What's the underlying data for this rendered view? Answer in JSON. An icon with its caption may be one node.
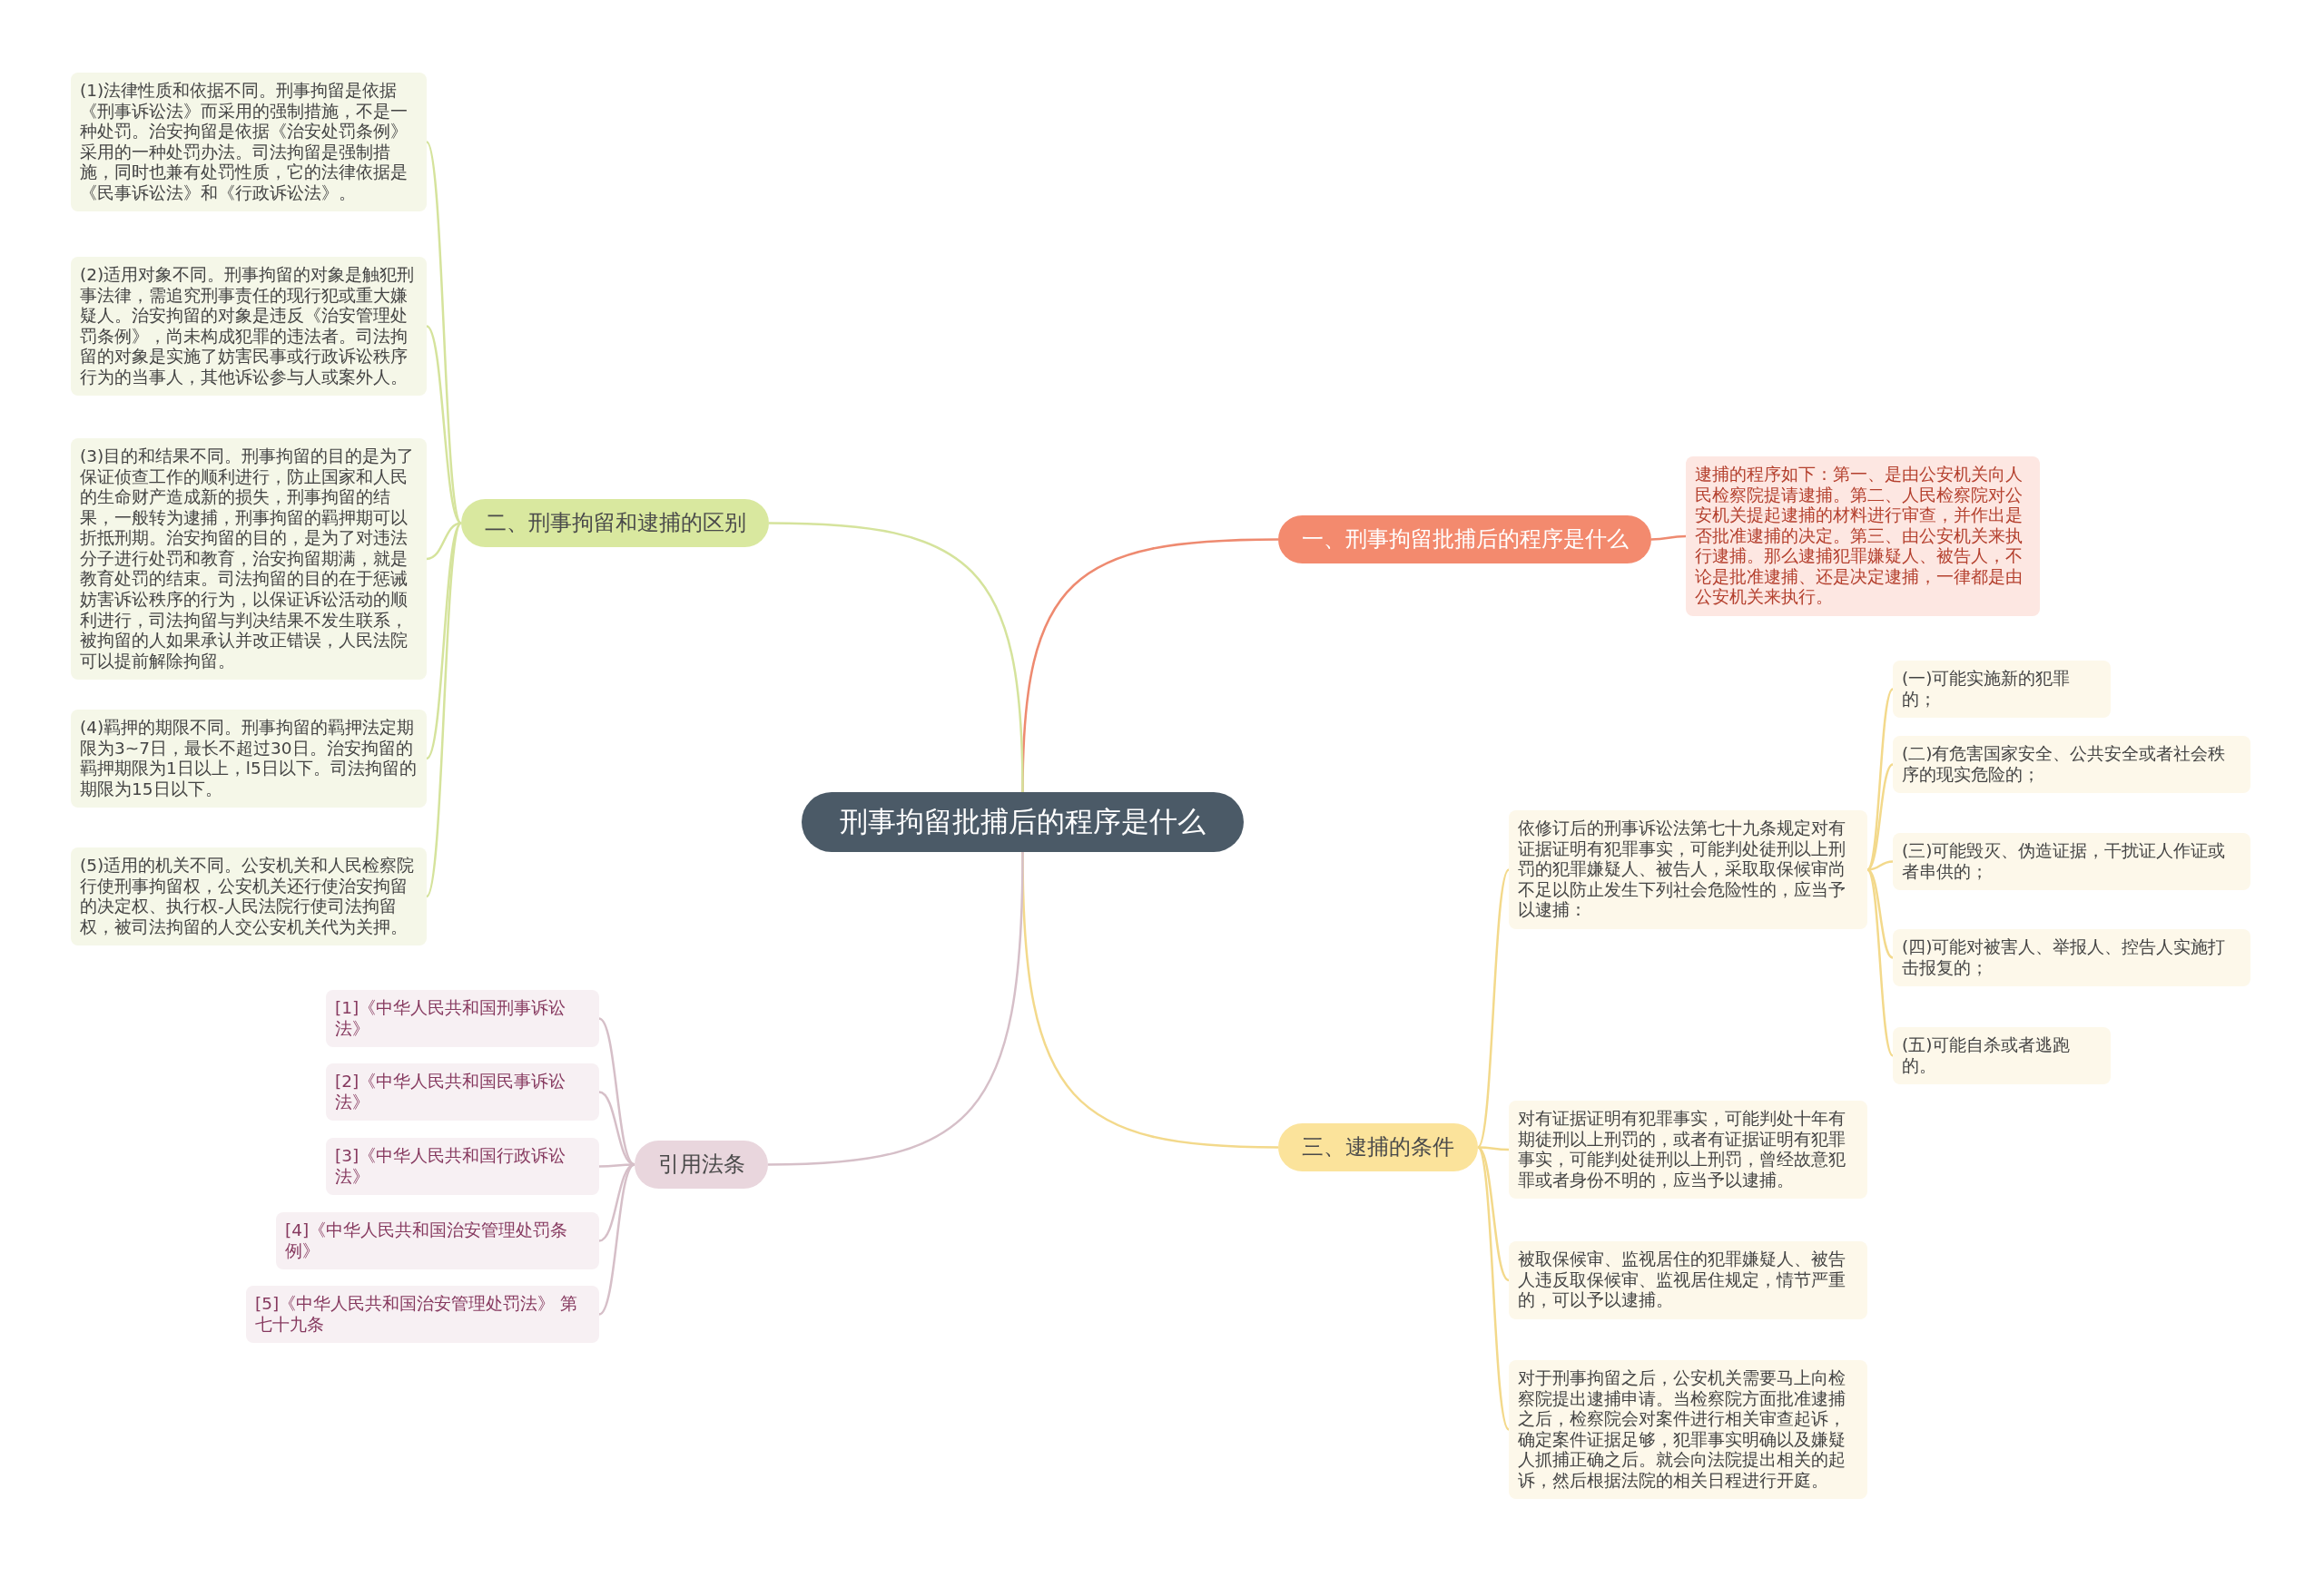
{
  "diagram": {
    "nodes": [
      {
        "text": [
          "刑事拘留批捕后的程序是什么"
        ]
      },
      {
        "text": [
          "一、刑事拘留批捕后的程序是什么"
        ]
      },
      {
        "text": [
          "逮捕的程序如下：第一、是由公安机关向人民检察院提请逮捕。第二、人民检察院对公安机关提起逮捕的材料进行审查，并作出是否批准逮捕的决定。第三、由公安机关来执行逮捕。那么逮捕犯罪嫌疑人、被告人，不论是批准逮捕、还是决定逮捕，一律都是由公安机关来执行。"
        ]
      },
      {
        "text": [
          "二、刑事拘留和逮捕的区别"
        ]
      },
      {
        "text": [
          "(1)法律性质和依据不同。刑事拘留是依据《刑事诉讼法》而采用的强制措施，不是一种处罚。治安拘留是依据《治安处罚条例》采用的一种处罚办法。司法拘留是强制措施，同时也兼有处罚性质，它的法律依据是《民事诉讼法》和《行政诉讼法》。"
        ]
      },
      {
        "text": [
          "(2)适用对象不同。刑事拘留的对象是触犯刑事法律，需追究刑事责任的现行犯或重大嫌疑人。治安拘留的对象是违反《治安管理处罚条例》，尚未构成犯罪的违法者。司法拘留的对象是实施了妨害民事或行政诉讼秩序行为的当事人，其他诉讼参与人或案外人。"
        ]
      },
      {
        "text": [
          "(3)目的和结果不同。刑事拘留的目的是为了保证侦查工作的顺利进行，防止国家和人民的生命财产造成新的损失，刑事拘留的结果，一般转为逮捕，刑事拘留的羁押期可以折抵刑期。治安拘留的目的，是为了对违法分子进行处罚和教育，治安拘留期满，就是教育处罚的结束。司法拘留的目的在于惩诫妨害诉讼秩序的行为，以保证诉讼活动的顺利进行，司法拘留与判决结果不发生联系，被拘留的人如果承认并改正错误，人民法院可以提前解除拘留。"
        ]
      },
      {
        "text": [
          "(4)羁押的期限不同。刑事拘留的羁押法定期限为3~7日，最长不超过30日。治安拘留的羁押期限为1日以上，l5日以下。司法拘留的期限为15日以下。"
        ]
      },
      {
        "text": [
          "(5)适用的机关不同。公安机关和人民检察院行使刑事拘留权，公安机关还行使治安拘留的决定权、执行权-人民法院行使司法拘留权，被司法拘留的人交公安机关代为关押。"
        ]
      },
      {
        "text": [
          "三、逮捕的条件"
        ]
      },
      {
        "text": [
          "依修订后的刑事诉讼法第七十九条规定对有证据证明有犯罪事实，可能判处徒刑以上刑罚的犯罪嫌疑人、被告人，采取取保候审尚不足以防止发生下列社会危险性的，应当予以逮捕："
        ]
      },
      {
        "text": [
          "(一)可能实施新的犯罪的；"
        ]
      },
      {
        "text": [
          "(二)有危害国家安全、公共安全或者社会秩序的现实危险的；"
        ]
      },
      {
        "text": [
          "(三)可能毁灭、伪造证据，干扰证人作证或者串供的；"
        ]
      },
      {
        "text": [
          "(四)可能对被害人、举报人、控告人实施打击报复的；"
        ]
      },
      {
        "text": [
          "(五)可能自杀或者逃跑的。"
        ]
      },
      {
        "text": [
          "对有证据证明有犯罪事实，可能判处十年有期徒刑以上刑罚的，或者有证据证明有犯罪事实，可能判处徒刑以上刑罚，曾经故意犯罪或者身份不明的，应当予以逮捕。"
        ]
      },
      {
        "text": [
          "被取保候审、监视居住的犯罪嫌疑人、被告人违反取保候审、监视居住规定，情节严重的，可以予以逮捕。"
        ]
      },
      {
        "text": [
          "对于刑事拘留之后，公安机关需要马上向检察院提出逮捕申请。当检察院方面批准逮捕之后，检察院会对案件进行相关审查起诉，确定案件证据足够，犯罪事实明确以及嫌疑人抓捕正确之后。就会向法院提出相关的起诉，然后根据法院的相关日程进行开庭。"
        ]
      },
      {
        "text": [
          "引用法条"
        ]
      },
      {
        "text": [
          "[1]《中华人民共和国刑事诉讼法》"
        ]
      },
      {
        "text": [
          "[2]《中华人民共和国民事诉讼法》"
        ]
      },
      {
        "text": [
          "[3]《中华人民共和国行政诉讼法》"
        ]
      },
      {
        "text": [
          "[4]《中华人民共和国治安管理处罚条例》"
        ]
      },
      {
        "text": [
          "[5]《中华人民共和国治安管理处罚法》 第七十九条"
        ]
      }
    ],
    "edges": [
      {
        "from": 0,
        "to": 1,
        "arrow": "none",
        "color": "#ee8a70"
      },
      {
        "from": 1,
        "to": 2,
        "arrow": "none",
        "color": "#ee8a70"
      },
      {
        "from": 0,
        "to": 3,
        "arrow": "none",
        "color": "#d5e39c"
      },
      {
        "from": 3,
        "to": 4,
        "arrow": "none",
        "color": "#d5e39c"
      },
      {
        "from": 3,
        "to": 5,
        "arrow": "none",
        "color": "#d5e39c"
      },
      {
        "from": 3,
        "to": 6,
        "arrow": "none",
        "color": "#d5e39c"
      },
      {
        "from": 3,
        "to": 7,
        "arrow": "none",
        "color": "#d5e39c"
      },
      {
        "from": 3,
        "to": 8,
        "arrow": "none",
        "color": "#d5e39c"
      },
      {
        "from": 0,
        "to": 9,
        "arrow": "none"
      },
      {
        "from": 9,
        "to": 10,
        "arrow": "none"
      },
      {
        "from": 10,
        "to": 11,
        "arrow": "none"
      },
      {
        "from": 10,
        "to": 12,
        "arrow": "none"
      },
      {
        "from": 10,
        "to": 13,
        "arrow": "none"
      },
      {
        "from": 10,
        "to": 14,
        "arrow": "none"
      },
      {
        "from": 10,
        "to": 15,
        "arrow": "none"
      },
      {
        "from": 9,
        "to": 16,
        "arrow": "none"
      },
      {
        "from": 9,
        "to": 17,
        "arrow": "none"
      },
      {
        "from": 9,
        "to": 18,
        "arrow": "none"
      },
      {
        "from": 0,
        "to": 19,
        "arrow": "none",
        "color": "#d6bfc8"
      },
      {
        "from": 19,
        "to": 20,
        "arrow": "none",
        "color": "#d6bfc8"
      },
      {
        "from": 19,
        "to": 21,
        "arrow": "none",
        "color": "#d6bfc8"
      },
      {
        "from": 19,
        "to": 22,
        "arrow": "none",
        "color": "#d6bfc8"
      },
      {
        "from": 19,
        "to": 23,
        "arrow": "none",
        "color": "#d6bfc8"
      },
      {
        "from": 19,
        "to": 24,
        "arrow": "none",
        "color": "#d6bfc8"
      }
    ]
  }
}
